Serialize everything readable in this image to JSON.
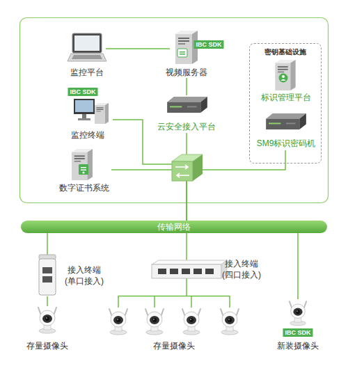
{
  "diagram": {
    "nodes": [
      {
        "text": [
          "监控平台"
        ]
      },
      {
        "text": [
          "视频服务器"
        ]
      },
      {
        "text": [
          "密钥基础设施"
        ]
      },
      {
        "text": [
          "标识管理平台"
        ],
        "in": 2
      },
      {
        "text": [
          "云安全接入平台"
        ]
      },
      {
        "text": [
          "监控终端"
        ]
      },
      {
        "text": [
          "SM9标识密码机"
        ],
        "in": 2
      },
      {
        "text": [
          "数字证书系统"
        ]
      },
      {
        "text": [
          "传输网络"
        ]
      },
      {
        "text": [
          "接入终端 (单口接入)"
        ]
      },
      {
        "text": [
          "接入终端 (四口接入)"
        ]
      },
      {
        "text": [
          "存量摄像头"
        ]
      },
      {
        "text": [
          "存量摄像头"
        ]
      },
      {
        "text": [
          "新装摄像头"
        ]
      }
    ],
    "edges": [
      {
        "from": 0,
        "to": 1,
        "arrow": "none"
      },
      {
        "from": 1,
        "to": 4,
        "arrow": "none"
      },
      {
        "from": 4,
        "to": 8,
        "arrow": "none"
      },
      {
        "from": 5,
        "to": 8,
        "arrow": "none"
      },
      {
        "from": 7,
        "to": 8,
        "arrow": "none"
      },
      {
        "from": 6,
        "to": 8,
        "arrow": "none"
      },
      {
        "from": 8,
        "to": 9,
        "arrow": "none"
      },
      {
        "from": 9,
        "to": 11,
        "arrow": "none"
      },
      {
        "from": 8,
        "to": 10,
        "arrow": "none"
      },
      {
        "from": 10,
        "to": 12,
        "arrow": "none"
      },
      {
        "from": 8,
        "to": 13,
        "arrow": "none"
      }
    ],
    "labels": [
      "IBC SDK",
      "IBC SDK",
      "IBC SDK"
    ]
  }
}
